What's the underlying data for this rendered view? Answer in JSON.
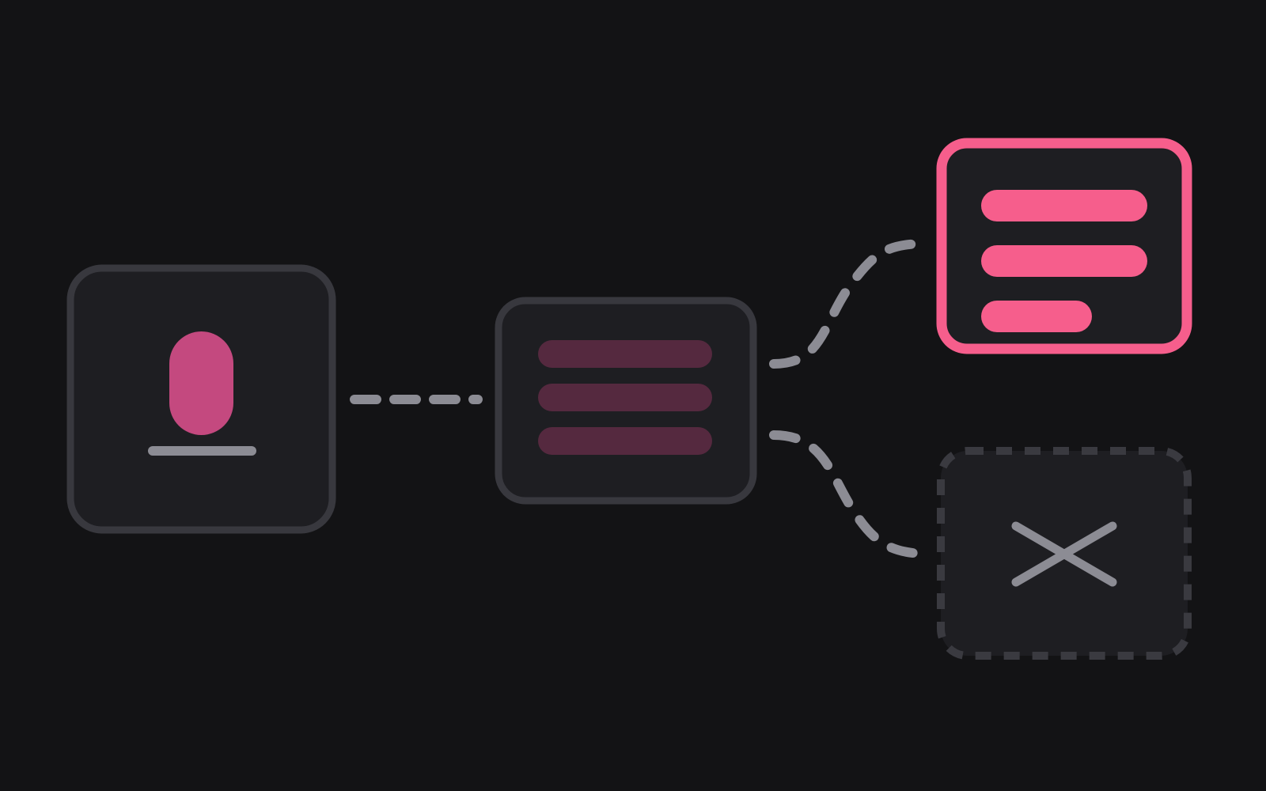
{
  "colors": {
    "background": "#131315",
    "card_fill": "#1e1e22",
    "card_border": "#38383e",
    "connector": "#8c8c94",
    "accent": "#f65e8c",
    "mic_fill": "#c4497f",
    "muted_lines": "#55293f",
    "dashed_border": "#3a3a40"
  },
  "nodes": [
    {
      "id": "input",
      "icon": "microphone-icon",
      "state": "normal"
    },
    {
      "id": "processing",
      "icon": "text-lines-icon",
      "state": "dimmed"
    },
    {
      "id": "output",
      "icon": "text-lines-icon",
      "state": "selected"
    },
    {
      "id": "rejected",
      "icon": "close-icon",
      "state": "empty"
    }
  ]
}
